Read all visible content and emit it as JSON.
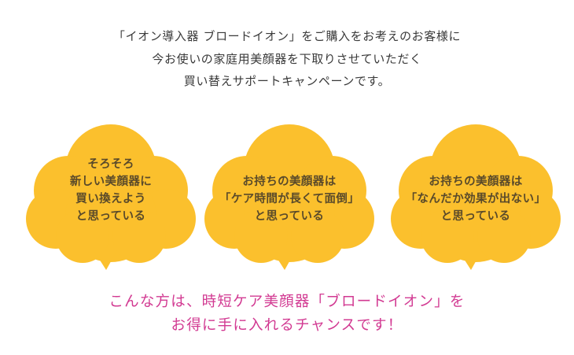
{
  "intro": {
    "lines": [
      "「イオン導入器 ブロードイオン」をご購入をお考えのお客様に",
      "今お使いの家庭用美顔器を下取りさせていただく",
      "買い替えサポートキャンペーンです。"
    ]
  },
  "clouds": [
    {
      "lines": [
        "そろそろ",
        "新しい美顔器に",
        "買い換えよう",
        "と思っている"
      ]
    },
    {
      "lines": [
        "お持ちの美顔器は",
        "「ケア時間が長くて面倒」",
        "と思っている"
      ]
    },
    {
      "lines": [
        "お持ちの美顔器は",
        "「なんだか効果が出ない」",
        "と思っている"
      ]
    }
  ],
  "closing": {
    "lines": [
      "こんな方は、時短ケア美顔器「ブロードイオン」を",
      "お得に手に入れるチャンスです！"
    ]
  },
  "colors": {
    "cloud_fill": "#fbc02d",
    "closing_text": "#d23a92",
    "body_text": "#3a3a3a",
    "cloud_text": "#5a4a2a"
  }
}
